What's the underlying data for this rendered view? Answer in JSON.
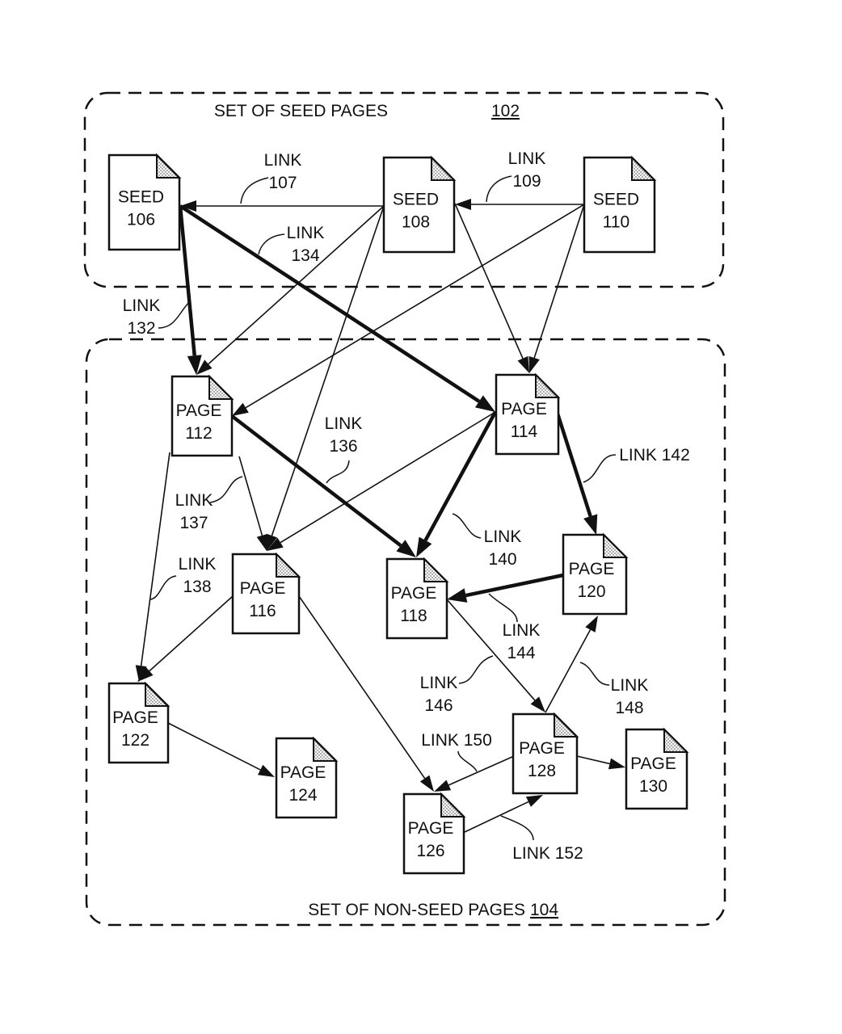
{
  "groups": {
    "seed": {
      "title": "SET OF SEED PAGES",
      "ref": "102"
    },
    "nonseed": {
      "title": "SET OF NON-SEED PAGES",
      "ref": "104"
    }
  },
  "nodes": [
    {
      "id": "106",
      "kind": "SEED",
      "number": "106"
    },
    {
      "id": "108",
      "kind": "SEED",
      "number": "108"
    },
    {
      "id": "110",
      "kind": "SEED",
      "number": "110"
    },
    {
      "id": "112",
      "kind": "PAGE",
      "number": "112"
    },
    {
      "id": "114",
      "kind": "PAGE",
      "number": "114"
    },
    {
      "id": "116",
      "kind": "PAGE",
      "number": "116"
    },
    {
      "id": "118",
      "kind": "PAGE",
      "number": "118"
    },
    {
      "id": "120",
      "kind": "PAGE",
      "number": "120"
    },
    {
      "id": "122",
      "kind": "PAGE",
      "number": "122"
    },
    {
      "id": "124",
      "kind": "PAGE",
      "number": "124"
    },
    {
      "id": "126",
      "kind": "PAGE",
      "number": "126"
    },
    {
      "id": "128",
      "kind": "PAGE",
      "number": "128"
    },
    {
      "id": "130",
      "kind": "PAGE",
      "number": "130"
    }
  ],
  "edges": [
    {
      "from": "108",
      "to": "106",
      "bold": false,
      "label": "LINK 107"
    },
    {
      "from": "110",
      "to": "108",
      "bold": false,
      "label": "LINK 109"
    },
    {
      "from": "106",
      "to": "112",
      "bold": true,
      "label": "LINK 132"
    },
    {
      "from": "106",
      "to": "114",
      "bold": true,
      "label": "LINK 134"
    },
    {
      "from": "108",
      "to": "112",
      "bold": false,
      "label": ""
    },
    {
      "from": "108",
      "to": "116",
      "bold": false,
      "label": ""
    },
    {
      "from": "108",
      "to": "114",
      "bold": false,
      "label": ""
    },
    {
      "from": "110",
      "to": "112",
      "bold": false,
      "label": ""
    },
    {
      "from": "110",
      "to": "114",
      "bold": false,
      "label": ""
    },
    {
      "from": "112",
      "to": "118",
      "bold": true,
      "label": "LINK 136"
    },
    {
      "from": "112",
      "to": "116",
      "bold": false,
      "label": "LINK 137"
    },
    {
      "from": "112",
      "to": "122",
      "bold": false,
      "label": "LINK 138"
    },
    {
      "from": "114",
      "to": "116",
      "bold": false,
      "label": ""
    },
    {
      "from": "114",
      "to": "118",
      "bold": true,
      "label": "LINK 140"
    },
    {
      "from": "114",
      "to": "120",
      "bold": true,
      "label": "LINK 142"
    },
    {
      "from": "120",
      "to": "118",
      "bold": true,
      "label": "LINK 144"
    },
    {
      "from": "116",
      "to": "122",
      "bold": false,
      "label": ""
    },
    {
      "from": "116",
      "to": "126",
      "bold": false,
      "label": ""
    },
    {
      "from": "118",
      "to": "128",
      "bold": false,
      "label": "LINK 146"
    },
    {
      "from": "128",
      "to": "120",
      "bold": false,
      "label": "LINK 148"
    },
    {
      "from": "128",
      "to": "126",
      "bold": false,
      "label": "LINK 150"
    },
    {
      "from": "126",
      "to": "128",
      "bold": false,
      "label": "LINK 152"
    },
    {
      "from": "128",
      "to": "130",
      "bold": false,
      "label": ""
    },
    {
      "from": "122",
      "to": "124",
      "bold": false,
      "label": ""
    }
  ],
  "link_labels": [
    {
      "id": "107",
      "lines": [
        "LINK",
        "107"
      ]
    },
    {
      "id": "109",
      "lines": [
        "LINK",
        "109"
      ]
    },
    {
      "id": "134",
      "lines": [
        "LINK",
        "134"
      ]
    },
    {
      "id": "132",
      "lines": [
        "LINK",
        "132"
      ]
    },
    {
      "id": "136",
      "lines": [
        "LINK",
        "136"
      ]
    },
    {
      "id": "137",
      "lines": [
        "LINK",
        "137"
      ]
    },
    {
      "id": "138",
      "lines": [
        "LINK",
        "138"
      ]
    },
    {
      "id": "140",
      "lines": [
        "LINK",
        "140"
      ]
    },
    {
      "id": "142",
      "lines": [
        "LINK 142"
      ]
    },
    {
      "id": "144",
      "lines": [
        "LINK",
        "144"
      ]
    },
    {
      "id": "146",
      "lines": [
        "LINK",
        "146"
      ]
    },
    {
      "id": "148",
      "lines": [
        "LINK",
        "148"
      ]
    },
    {
      "id": "150",
      "lines": [
        "LINK 150"
      ]
    },
    {
      "id": "152",
      "lines": [
        "LINK 152"
      ]
    }
  ]
}
